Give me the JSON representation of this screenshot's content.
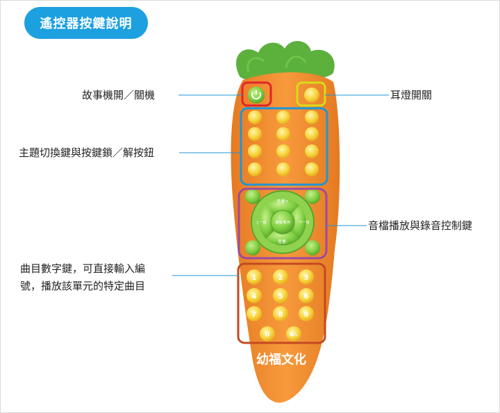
{
  "title": "遙控器按鍵說明",
  "labels": {
    "power": "故事機開／關機",
    "ear_light": "耳燈開關",
    "theme": "主題切換鍵與按鍵鎖／解按鈕",
    "playback": "音檔播放與錄音控制鍵",
    "numeric_line1": "曲目數字鍵，可直接輸入編",
    "numeric_line2": "號，播放該單元的特定曲目"
  },
  "remote": {
    "brand": "幼福文化",
    "dpad_up": "音量+",
    "dpad_down": "音量-",
    "dpad_left": "上一首",
    "dpad_right": "下一首",
    "dpad_center": "播放/暫停",
    "number_keys": [
      "1",
      "2",
      "3",
      "4",
      "5",
      "6",
      "7",
      "8",
      "9",
      "0"
    ],
    "enter_key": "輸入"
  },
  "colors": {
    "badge": "#1da0e0",
    "carrot": "#f08a2f",
    "leaf": "#5cb03c",
    "highlight_power": "#e0242b",
    "highlight_ear": "#d8dc1a",
    "highlight_theme": "#1e95d6",
    "highlight_playback": "#9c4aa0",
    "highlight_numeric": "#c24a20"
  }
}
